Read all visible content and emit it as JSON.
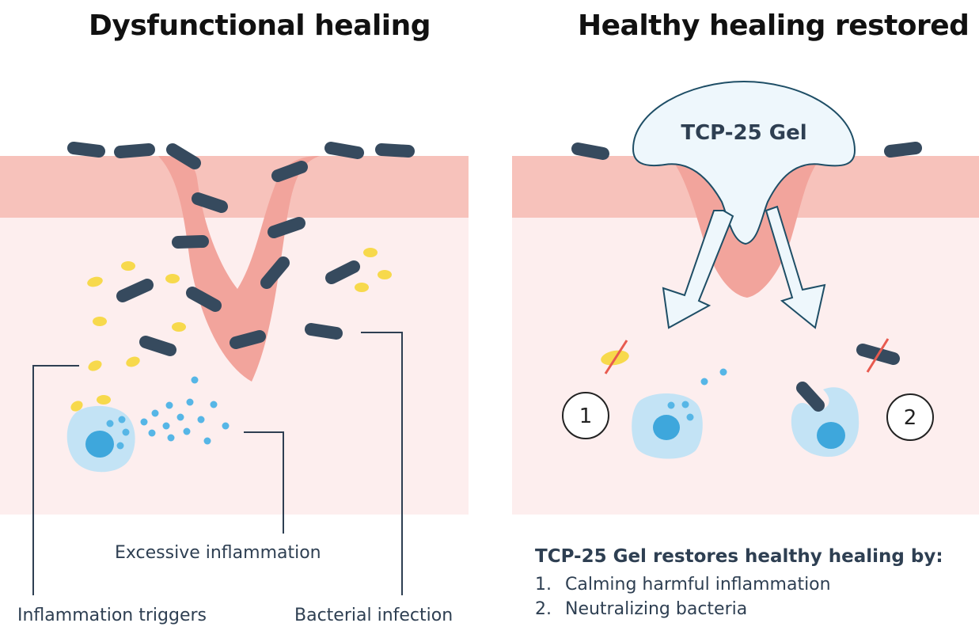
{
  "titles": {
    "left": "Dysfunctional healing",
    "right": "Healthy healing restored"
  },
  "gel": {
    "label": "TCP-25 Gel"
  },
  "labels": {
    "excessive_inflammation": "Excessive inflammation",
    "inflammation_triggers": "Inflammation triggers",
    "bacterial_infection": "Bacterial infection"
  },
  "markers": [
    "1",
    "2"
  ],
  "summary": {
    "title": "TCP-25 Gel restores healthy healing by:",
    "items": [
      {
        "num": "1.",
        "text": "Calming harmful inflammation"
      },
      {
        "num": "2.",
        "text": "Neutralizing bacteria"
      }
    ]
  },
  "colors": {
    "epidermis": "#f7c2bb",
    "dermis": "#fdeeee",
    "wound": "#f2a49c",
    "bacteria": "#364a5e",
    "trigger": "#f7d94c",
    "cell": "#c3e3f5",
    "nucleus": "#3ea7dc",
    "cytokine": "#56b6e6",
    "gel_fill": "#eef7fc",
    "strike": "#e85a4f"
  }
}
